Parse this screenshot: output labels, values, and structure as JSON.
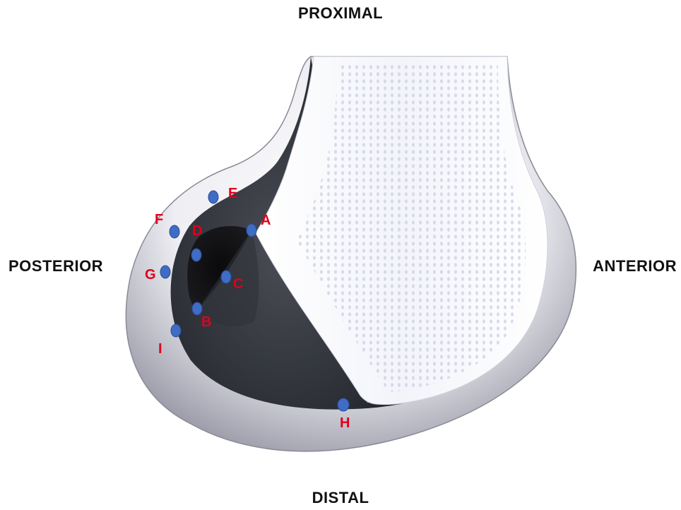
{
  "labels": {
    "proximal": "PROXIMAL",
    "distal": "DISTAL",
    "posterior": "POSTERIOR",
    "anterior": "ANTERIOR"
  },
  "points": [
    "A",
    "B",
    "C",
    "D",
    "E",
    "F",
    "G",
    "H",
    "I"
  ],
  "colors": {
    "point_fill": "#3f6cc4",
    "point_label": "#e0001b",
    "bone_dark": "#2a2d33",
    "cartilage_rim": "#e8e9ef"
  }
}
